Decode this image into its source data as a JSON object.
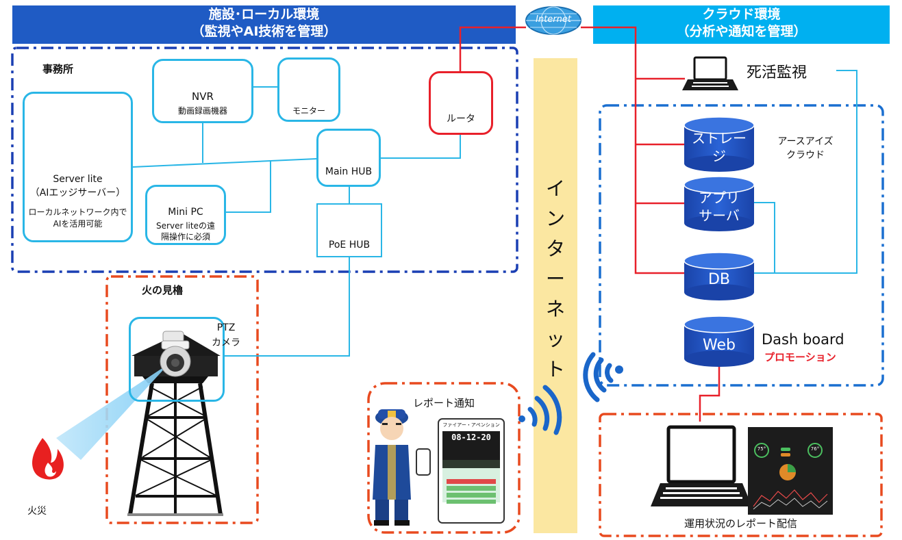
{
  "headers": {
    "facility_line1": "施設･ローカル環境",
    "facility_line2": "（監視やAI技術を管理）",
    "cloud_line1": "クラウド環境",
    "cloud_line2": "（分析や通知を管理）",
    "internet_badge": "Internet"
  },
  "office": {
    "title": "事務所",
    "server_name": "Server lite",
    "server_desc": "（AIエッジサーバー）",
    "server_note1": "ローカルネットワーク内で",
    "server_note2": "AIを活用可能",
    "nvr_name": "NVR",
    "nvr_desc": "動画録画機器",
    "monitor": "モニター",
    "router": "ルータ",
    "main_hub": "Main HUB",
    "mini_pc_name": "Mini PC",
    "mini_pc_note1": "Server liteの遠",
    "mini_pc_note2": "隔操作に必須",
    "poe_hub": "PoE HUB"
  },
  "tower": {
    "title": "火の見櫓",
    "camera_line1": "PTZ",
    "camera_line2": "カメラ",
    "fire": "火災"
  },
  "internet_column": "インターネット",
  "report": {
    "title": "レポート通知",
    "phone_header": "ファイアー・アペンション",
    "phone_time": "08-12-20"
  },
  "cloud": {
    "monitoring": "死活監視",
    "cloud_name_line1": "アースアイズ",
    "cloud_name_line2": "クラウド",
    "storage_line1": "ストレー",
    "storage_line2": "ジ",
    "app_line1": "アプリ",
    "app_line2": "サーバ",
    "db": "DB",
    "web": "Web",
    "dashboard": "Dash board",
    "promotion": "プロモーション",
    "dashboard_delivery": "運用状況のレポート配信",
    "gauge1": "75°",
    "gauge2": "76°"
  },
  "colors": {
    "header_blue": "#1f5bc4",
    "header_cyan": "#00b0f0",
    "box_cyan": "#29b6e6",
    "line_red": "#e8202a",
    "dash_blue": "#1a3fb3",
    "dash_red": "#e84a1f",
    "internet_yellow": "#fbe7a1",
    "cylinder_blue": "#1e4fc0"
  }
}
